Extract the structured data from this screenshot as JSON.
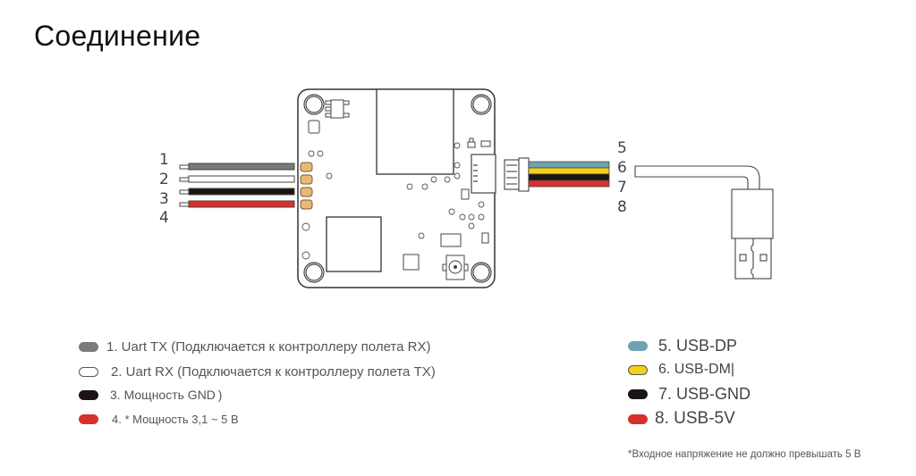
{
  "title": "Соединение",
  "left_wire_numbers": [
    "1",
    "2",
    "3",
    "4"
  ],
  "right_wire_numbers": [
    "5",
    "6",
    "7",
    "8"
  ],
  "colors": {
    "gray": "#7a7a7a",
    "white": "#ffffff",
    "black": "#1a1414",
    "red": "#d8302e",
    "blue": "#6fa3b0",
    "yellow": "#f2d21a",
    "pad": "#e9b877",
    "outline": "#333333"
  },
  "legend_left": [
    {
      "label": "1. Uart TX (Подключается к контроллеру полета RX)",
      "color": "#7a7a7a"
    },
    {
      "label": "2. Uart RX (Подключается к контроллеру полета TX)",
      "color": "#ffffff"
    },
    {
      "label": "3. Мощность GND )",
      "color": "#1a1414"
    },
    {
      "label": "4. * Мощность 3,1 ~ 5 В",
      "color": "#d8302e"
    }
  ],
  "legend_right": [
    {
      "label": "5. USB-DP",
      "color": "#6fa3b0"
    },
    {
      "label": "6. USB-DM|",
      "color": "#f2d21a"
    },
    {
      "label": "7. USB-GND",
      "color": "#1a1414"
    },
    {
      "label": "8. USB-5V",
      "color": "#d8302e"
    }
  ],
  "note": "*Входное напряжение не должно превышать 5 В"
}
